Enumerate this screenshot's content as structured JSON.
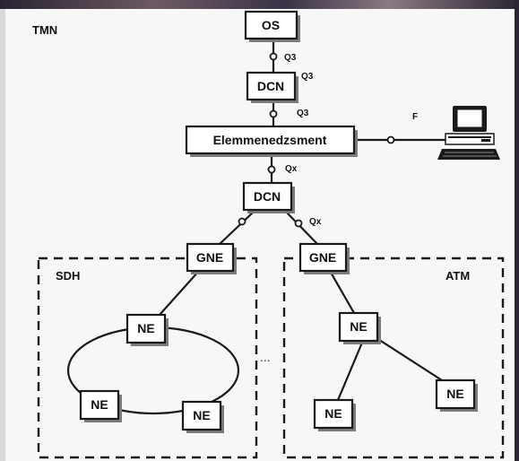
{
  "frame_label": "TMN",
  "nodes": {
    "os": "OS",
    "dcn_top": "DCN",
    "element_management": "Elemmenedzsment",
    "dcn_bottom": "DCN",
    "gne_sdh": "GNE",
    "gne_atm": "GNE",
    "ne_sdh_top": "NE",
    "ne_sdh_left": "NE",
    "ne_sdh_right": "NE",
    "ne_atm_top": "NE",
    "ne_atm_bottom": "NE",
    "ne_atm_right": "NE"
  },
  "interfaces": {
    "q3_a": "Q3",
    "q3_b": "Q3",
    "q3_c": "Q3",
    "f": "F",
    "qx_a": "Qx",
    "qx_b": "Qx"
  },
  "domains": {
    "sdh": "SDH",
    "atm": "ATM"
  },
  "ellipsis": "...",
  "icons": {
    "workstation": "computer-terminal-icon"
  }
}
